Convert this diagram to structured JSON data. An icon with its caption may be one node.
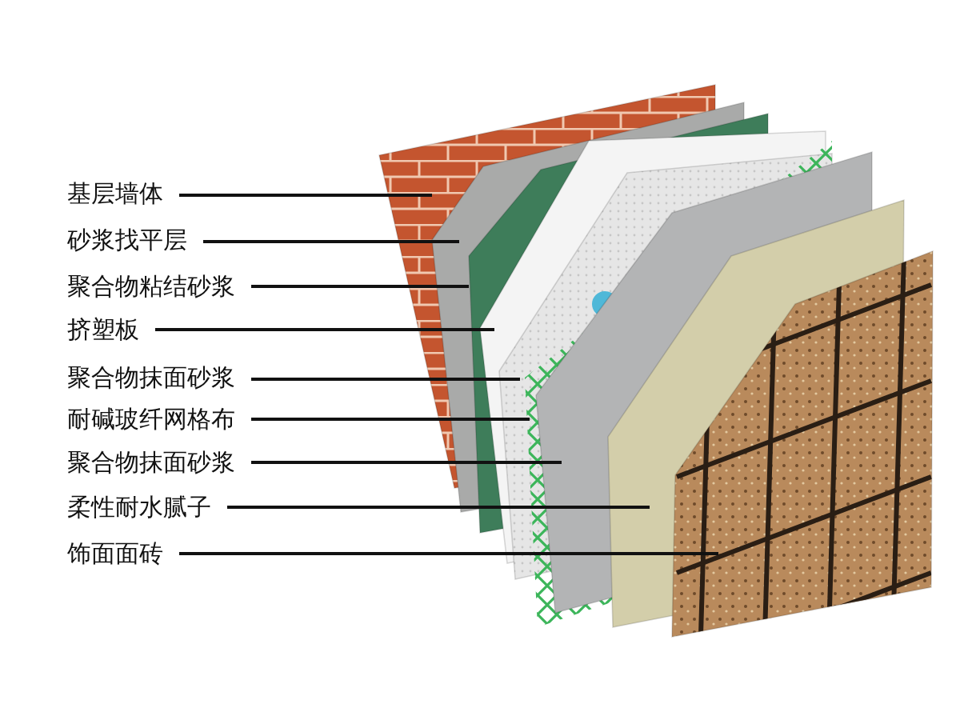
{
  "diagram": {
    "nodes": [
      {
        "text": [
          "基层墙体"
        ]
      },
      {
        "text": [
          "砂浆找平层"
        ]
      },
      {
        "text": [
          "聚合物粘结砂浆"
        ]
      },
      {
        "text": [
          "挤塑板"
        ]
      },
      {
        "text": [
          "聚合物抹面砂浆"
        ]
      },
      {
        "text": [
          "耐碱玻纤网格布"
        ]
      },
      {
        "text": [
          "聚合物抹面砂浆"
        ]
      },
      {
        "text": [
          "柔性耐水腻子"
        ]
      },
      {
        "text": [
          "饰面面砖"
        ]
      },
      {
        "text": [],
        "shape": "picture"
      },
      {
        "text": [],
        "shape": "picture"
      },
      {
        "text": [],
        "shape": "picture"
      },
      {
        "text": [],
        "shape": "picture"
      },
      {
        "text": [],
        "shape": "picture"
      },
      {
        "text": [],
        "shape": "picture"
      },
      {
        "text": [],
        "shape": "picture"
      },
      {
        "text": [],
        "shape": "picture"
      },
      {
        "text": [],
        "shape": "picture"
      }
    ],
    "edges": [
      {
        "from": 0,
        "to": 9,
        "arrow": "none"
      },
      {
        "from": 1,
        "to": 10,
        "arrow": "none"
      },
      {
        "from": 2,
        "to": 11,
        "arrow": "none"
      },
      {
        "from": 3,
        "to": 12,
        "arrow": "none"
      },
      {
        "from": 4,
        "to": 13,
        "arrow": "none"
      },
      {
        "from": 5,
        "to": 14,
        "arrow": "none"
      },
      {
        "from": 6,
        "to": 15,
        "arrow": "none"
      },
      {
        "from": 7,
        "to": 16,
        "arrow": "none"
      },
      {
        "from": 8,
        "to": 17,
        "arrow": "none"
      }
    ]
  }
}
